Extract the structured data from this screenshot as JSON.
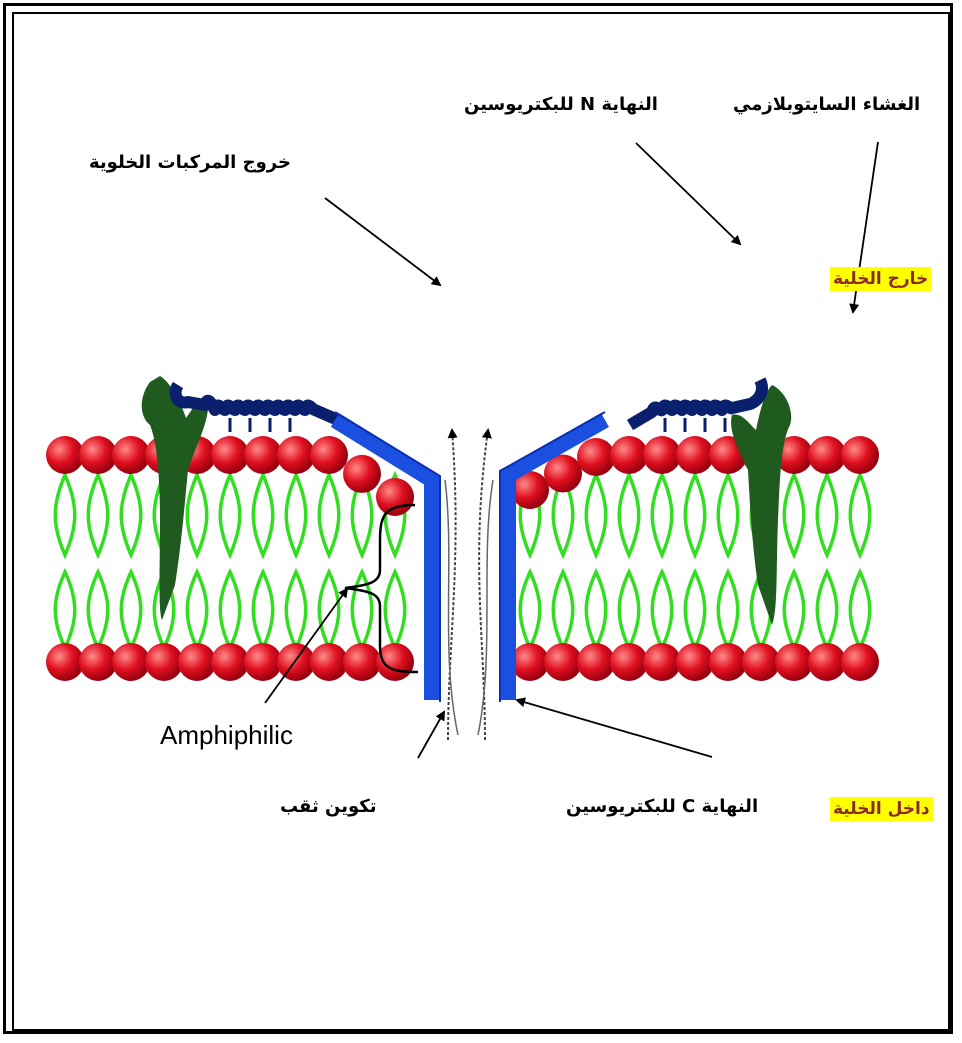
{
  "labels": {
    "plasma_membrane": "الغشاء السايتوبلازمي",
    "n_terminus": "النهاية N للبكتريوسين",
    "exit_components": "خروج المركبات الخلوية",
    "outside_cell": "خارج الخلية",
    "amphiphilic": "Amphiphilic",
    "pore_formation": "تكوين ثقب",
    "c_terminus": "النهاية C للبكتريوسين",
    "inside_cell": "داخل الخلية"
  },
  "colors": {
    "lipid_head": "#e01020",
    "lipid_tail": "#33dd22",
    "protein_green": "#1f5a1f",
    "helix_navy": "#0a1f6e",
    "bacteriocin_blue": "#1a4fe0",
    "highlight": "#ffff00",
    "highlight_text": "#8b2a2a"
  },
  "icons": [
    "arrow-icon",
    "bracket-icon",
    "flow-arrow-icon"
  ]
}
